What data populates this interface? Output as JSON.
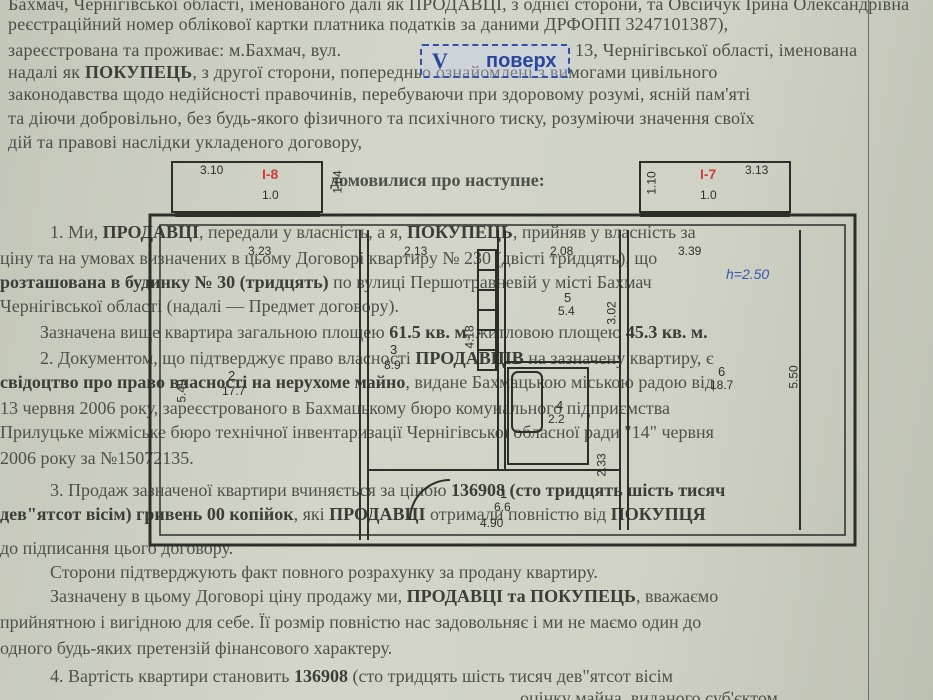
{
  "header": {
    "line1": "Бахмач, Чернігівської області, іменованого далі як ПРОДАВЦІ, з однієї сторони, та Овсійчук Ірина Олександрівна",
    "line2": "реєстраційний номер облікової картки платника податків за даними ДРФОПП 3247101387),",
    "line3a": "зареєстрована та проживає: м.Бахмач, вул.",
    "line3b": "13, Чернігівської області, іменована",
    "line4a": "надалі як ",
    "line4b": "ПОКУПЕЦЬ",
    "line4c": ", з другої сторони, попередньо ознайомлені з вимогами цивільного",
    "line5": "законодавства щодо недійсності правочинів, перебуваючи при здоровому розумі, ясній пам'яті",
    "line6": "та діючи добровільно, без будь-якого фізичного та психічного тиску, розуміючи значення своїх",
    "line7": "дій та правові наслідки укладеного договору,",
    "agreed": "домовилися про наступне:"
  },
  "stamp": {
    "roman": "V",
    "word": "поверх"
  },
  "body": {
    "c1a": "1. Ми, ",
    "c1b": "ПРОДАВЦІ",
    "c1c": ", передали у власність, а я, ",
    "c1d": "ПОКУПЕЦЬ",
    "c1e": ", прийняв у власність за",
    "c2": "ціну та на умовах визначених в цьому Договорі квартиру № 230 (двісті тридцять), що",
    "c3a": "розташована в будинку № 30 (тридцять)",
    "c3b": " по вулиці Першотравневій у місті Бахмач",
    "c4": "Чернігівської області (надалі — Предмет договору).",
    "c5a": "Зазначена вище квартира загальною площею ",
    "c5b": "61.5 кв. м",
    "c5c": ", житловою площею ",
    "c5d": "45.3 кв. м.",
    "c6a": "2. Документом, що підтверджує право власності ",
    "c6b": "ПРОДАВЦІВ",
    "c6c": " на зазначену квартиру, є",
    "c7a": "свідоцтво про право власності на нерухоме майно",
    "c7b": ", видане Бахмацькою міською радою від",
    "c8": "13 червня 2006 року, зареєстрованого в Бахмацькому бюро комунального підприємства",
    "c9": "Прилуцьке міжміське бюро технічної інвентаризації Чернігівської обласної ради \"14\" червня",
    "c10": "2006 року за №15072135.",
    "c11a": "3. Продаж зазначеної квартири вчиняється за ціною ",
    "c11b": "136908 (сто тридцять шість тисяч",
    "c12a": "дев\"ятсот вісім) гривень 00 копійок",
    "c12b": ", які ",
    "c12c": "ПРОДАВЦІ",
    "c12d": " отримали повністю від ",
    "c12e": "ПОКУПЦЯ",
    "c13": "до підписання цього договору.",
    "c14": "Сторони підтверджують факт повного розрахунку за продану квартиру.",
    "c15a": "Зазначену в цьому Договорі ціну продажу ми, ",
    "c15b": "ПРОДАВЦІ та ПОКУПЕЦЬ",
    "c15c": ", вважаємо",
    "c16": "прийнятною і вигідною для себе. Її розмір повністю нас задовольняє і ми не маємо один до",
    "c17": "одного будь-яких претензій фінансового характеру.",
    "c18a": "4. Вартість квартири становить ",
    "c18b": "136908",
    "c18c": " (сто тридцять шість тисяч дев\"ятсот вісім",
    "c19": "оцінку майна, виданого суб'єктом"
  },
  "plan": {
    "height_note": "h=2.50",
    "balcony_left": {
      "number": "I-8",
      "area": "1.0"
    },
    "balcony_right": {
      "number": "I-7",
      "area": "1.0"
    },
    "rooms": [
      {
        "number": "2",
        "area": "17.7"
      },
      {
        "number": "3",
        "area": "8.9"
      },
      {
        "number": "5",
        "area": "5.4"
      },
      {
        "number": "6",
        "area": "18.7"
      },
      {
        "number": "4",
        "area": "2.2"
      },
      {
        "number": "1",
        "area": "6.6"
      }
    ],
    "dims": {
      "balcony_left_w": "3.10",
      "balcony_left_d": "1.04",
      "balcony_right_w": "3.13",
      "balcony_right_d": "1.10",
      "room2_w": "3.23",
      "room3_w": "2.13",
      "room5_w": "2.08",
      "room6_w": "3.39",
      "room2_d": "5.49",
      "room3_d": "4.18",
      "room5_d": "3.02",
      "room6_d": "5.50",
      "bath_d": "2.33",
      "room1_w": "4.90"
    }
  }
}
